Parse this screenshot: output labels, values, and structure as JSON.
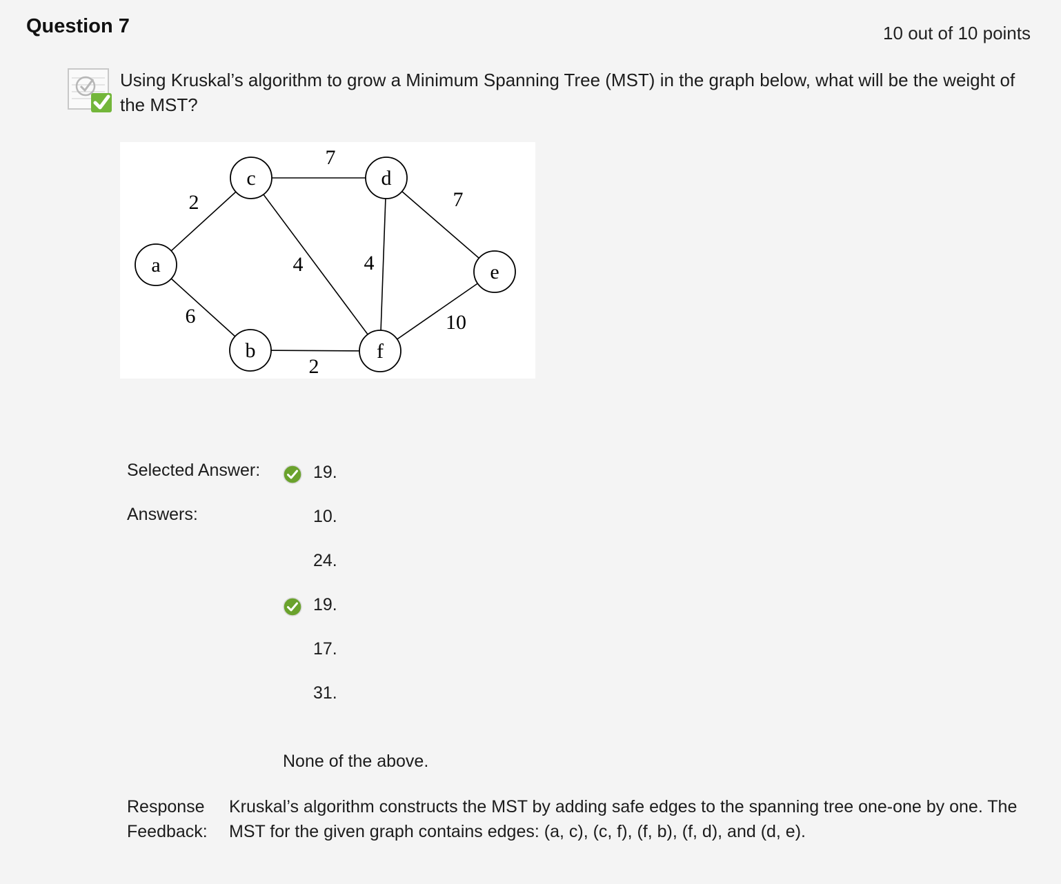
{
  "question": {
    "title": "Question 7",
    "points": "10 out of 10 points",
    "text": "Using Kruskal’s algorithm to grow a Minimum Spanning Tree (MST) in the graph below, what will be the weight of the MST?",
    "status_icon": "correct-check-icon"
  },
  "graph": {
    "nodes": [
      {
        "id": "a",
        "label": "a"
      },
      {
        "id": "b",
        "label": "b"
      },
      {
        "id": "c",
        "label": "c"
      },
      {
        "id": "d",
        "label": "d"
      },
      {
        "id": "e",
        "label": "e"
      },
      {
        "id": "f",
        "label": "f"
      }
    ],
    "edges": [
      {
        "from": "a",
        "to": "c",
        "weight": "2"
      },
      {
        "from": "a",
        "to": "b",
        "weight": "6"
      },
      {
        "from": "c",
        "to": "d",
        "weight": "7"
      },
      {
        "from": "c",
        "to": "f",
        "weight": "4"
      },
      {
        "from": "d",
        "to": "f",
        "weight": "4"
      },
      {
        "from": "d",
        "to": "e",
        "weight": "7"
      },
      {
        "from": "b",
        "to": "f",
        "weight": "2"
      },
      {
        "from": "f",
        "to": "e",
        "weight": "10"
      }
    ]
  },
  "answers": {
    "selected_label": "Selected Answer:",
    "selected_value": "19.",
    "answers_label": "Answers:",
    "options": [
      {
        "text": "10.",
        "correct": false
      },
      {
        "text": "24.",
        "correct": false
      },
      {
        "text": "19.",
        "correct": true
      },
      {
        "text": "17.",
        "correct": false
      },
      {
        "text": "31.",
        "correct": false
      }
    ],
    "none_of_above": "None of the above.",
    "check_icon": "green-check-icon",
    "check_color": "#6aa22c"
  },
  "feedback": {
    "label": "Response Feedback:",
    "text": "Kruskal’s algorithm constructs the MST by adding safe edges to the spanning tree one-one by one. The MST for the given graph contains edges: (a, c), (c, f), (f, b), (f, d), and (d, e)."
  }
}
